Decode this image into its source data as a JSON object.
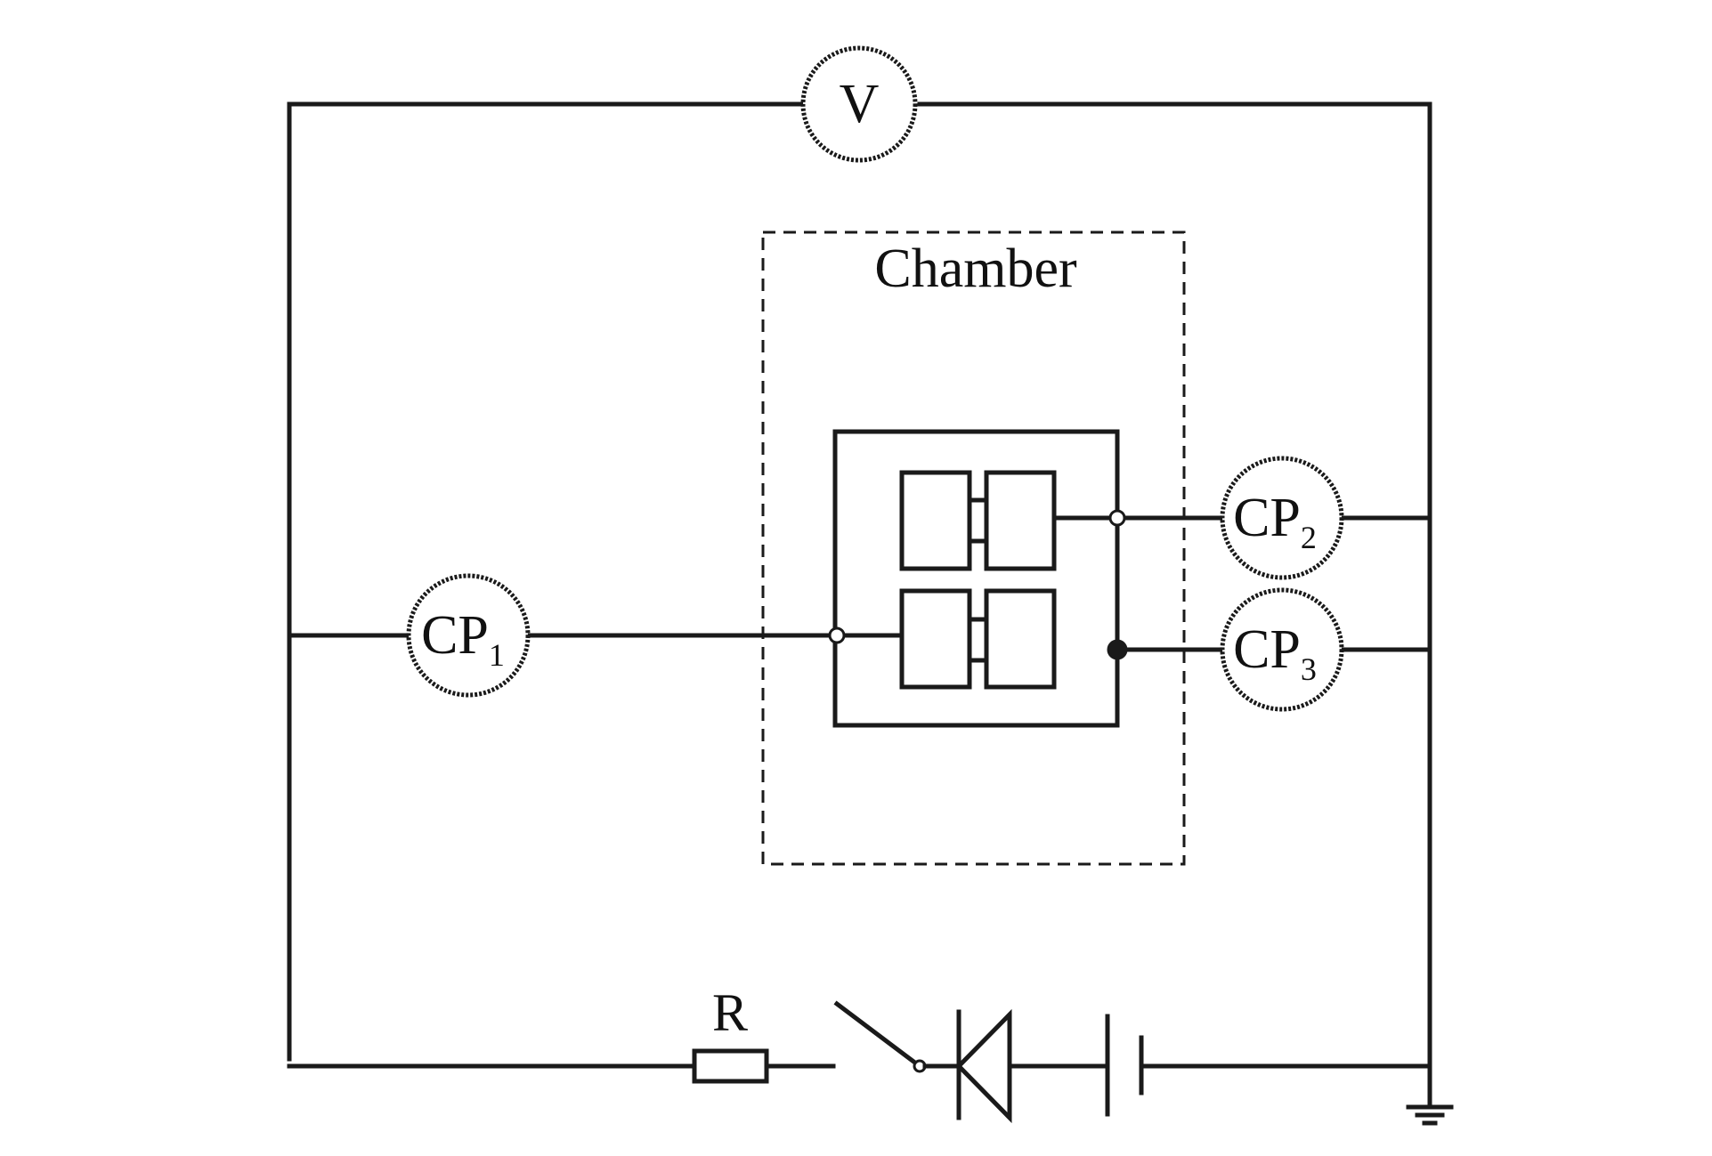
{
  "diagram": {
    "voltmeter": "V",
    "chamber": "Chamber",
    "cp1": {
      "main": "CP",
      "sub": "1"
    },
    "cp2": {
      "main": "CP",
      "sub": "2"
    },
    "cp3": {
      "main": "CP",
      "sub": "3"
    },
    "resistor": "R"
  },
  "colors": {
    "line": "#1a1a1a",
    "background": "#ffffff"
  }
}
